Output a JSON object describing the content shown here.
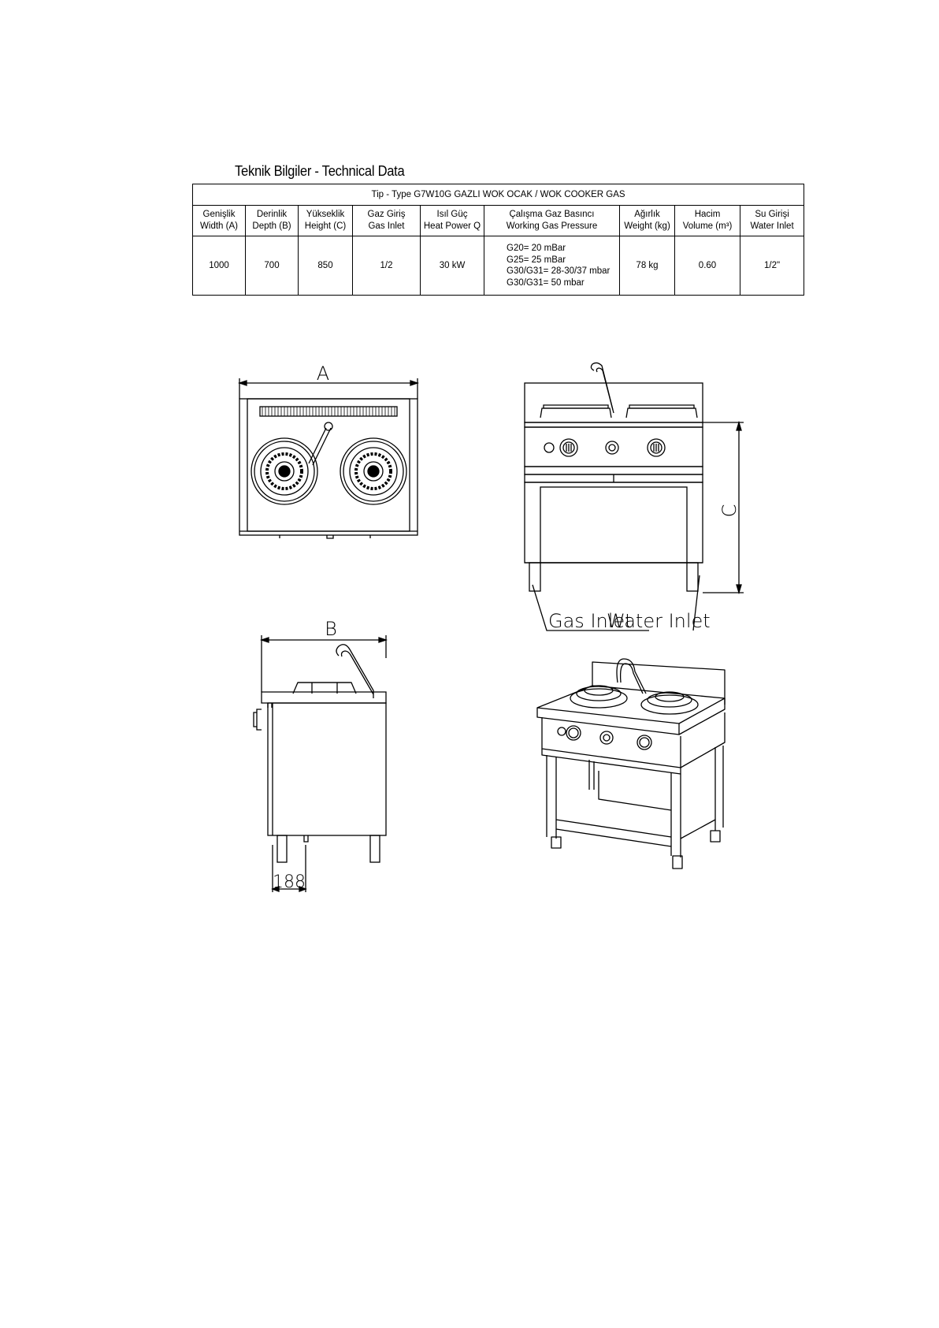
{
  "title": "Teknik Bilgiler - Technical Data",
  "table": {
    "type_row": "Tip - Type G7W10G GAZLI WOK OCAK / WOK COOKER GAS",
    "headers": [
      {
        "tr": "Genişlik",
        "en": "Width (A)"
      },
      {
        "tr": "Derinlik",
        "en": "Depth (B)"
      },
      {
        "tr": "Yükseklik",
        "en": "Height (C)"
      },
      {
        "tr": "Gaz Giriş",
        "en": "Gas Inlet"
      },
      {
        "tr": "Isıl Güç",
        "en": "Heat Power Q"
      },
      {
        "tr": "Çalışma Gaz Basıncı",
        "en": "Working Gas Pressure"
      },
      {
        "tr": "Ağırlık",
        "en": "Weight (kg)"
      },
      {
        "tr": "Hacim",
        "en": "Volume (m³)"
      },
      {
        "tr": "Su Girişi",
        "en": "Water Inlet"
      }
    ],
    "values": {
      "width": "1000",
      "depth": "700",
      "height": "850",
      "gas_inlet": "1/2",
      "heat_power": "30 kW",
      "pressure": [
        "G20= 20 mBar",
        "G25= 25 mBar",
        "G30/G31= 28-30/37 mbar",
        "G30/G31= 50 mbar"
      ],
      "weight": "78 kg",
      "volume": "0.60",
      "water_inlet": "1/2\""
    }
  },
  "drawings": {
    "top_view": {
      "dim_label": "A"
    },
    "front_view": {
      "dim_label": "C",
      "gas_label": "Gas Inlet",
      "water_label": "Water Inlet"
    },
    "side_view": {
      "dim_label": "B",
      "leg_dim": "188"
    }
  }
}
